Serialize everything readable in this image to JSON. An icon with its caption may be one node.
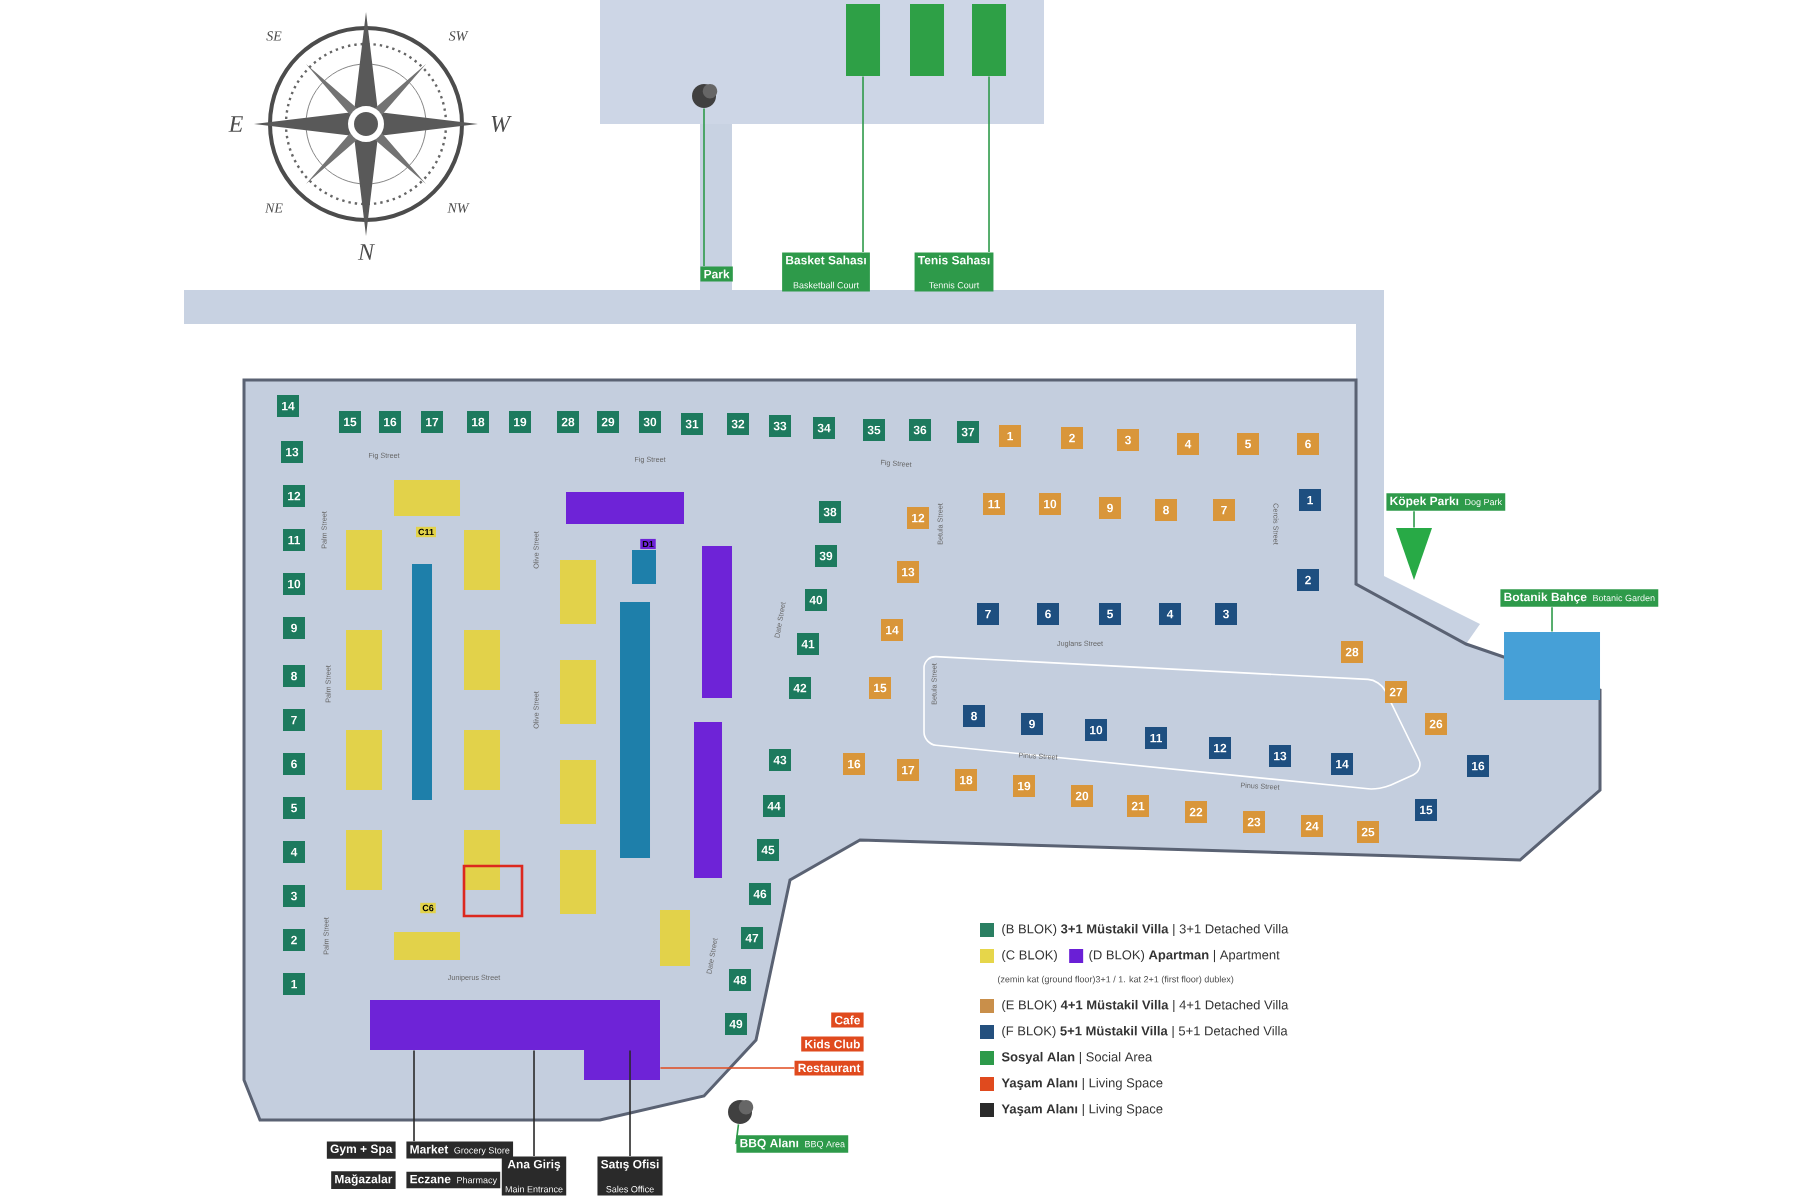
{
  "diagram": {
    "nodes": [
      {
        "text": [
          "Park"
        ]
      },
      {
        "text": [
          "Basket Sahası",
          "Basketball Court"
        ]
      },
      {
        "text": [
          "Tenis Sahası",
          "Tennis Court"
        ]
      },
      {
        "text": [
          "Köpek Parkı",
          "Dog Park"
        ]
      },
      {
        "text": [
          "Botanik Bahçe",
          "Botanic Garden"
        ]
      },
      {
        "text": [
          "Cafe"
        ]
      },
      {
        "text": [
          "Kids Club"
        ]
      },
      {
        "text": [
          "Restaurant"
        ]
      },
      {
        "text": [
          "BBQ Alanı",
          "BBQ Area"
        ]
      },
      {
        "text": [
          "Gym + Spa"
        ]
      },
      {
        "text": [
          "Market",
          "Grocery Store"
        ]
      },
      {
        "text": [
          "Mağazalar"
        ]
      },
      {
        "text": [
          "Eczane",
          "Pharmacy"
        ]
      },
      {
        "text": [
          "Ana Giriş",
          "Main Entrance"
        ]
      },
      {
        "text": [
          "Satış Ofisi",
          "Sales Office"
        ]
      },
      {
        "text": [],
        "shape": "picture"
      },
      {
        "text": [],
        "shape": "box"
      },
      {
        "text": [],
        "shape": "box"
      },
      {
        "text": [],
        "shape": "triangle"
      },
      {
        "text": [],
        "shape": "box"
      },
      {
        "text": [],
        "shape": "box"
      },
      {
        "text": [],
        "shape": "picture"
      }
    ],
    "edges": [
      {
        "from": 0,
        "to": 15,
        "arrow": "none"
      },
      {
        "from": 1,
        "to": 16,
        "arrow": "none"
      },
      {
        "from": 2,
        "to": 17,
        "arrow": "none"
      },
      {
        "from": 3,
        "to": 18,
        "arrow": "none"
      },
      {
        "from": 4,
        "to": 19,
        "arrow": "none"
      },
      {
        "from": 7,
        "to": 20,
        "arrow": "none",
        "color": "#e04a1e"
      },
      {
        "from": 8,
        "to": 21,
        "arrow": "none"
      },
      {
        "from": 10,
        "to": 20,
        "arrow": "none",
        "color": "#2a2a2a"
      },
      {
        "from": 13,
        "to": 20,
        "arrow": "none",
        "color": "#2a2a2a"
      },
      {
        "from": 14,
        "to": 20,
        "arrow": "none",
        "color": "#2a2a2a"
      }
    ],
    "labels": [
      "SE",
      "SW",
      "E",
      "W",
      "NE",
      "NW",
      "N",
      "1",
      "2",
      "3",
      "4",
      "5",
      "6",
      "7",
      "8",
      "9",
      "10",
      "11",
      "12",
      "13",
      "14",
      "15",
      "16",
      "17",
      "18",
      "19",
      "28",
      "29",
      "30",
      "31",
      "32",
      "33",
      "34",
      "35",
      "36",
      "37",
      "38",
      "39",
      "40",
      "41",
      "42",
      "43",
      "44",
      "45",
      "46",
      "47",
      "48",
      "49",
      "1",
      "2",
      "3",
      "4",
      "5",
      "6",
      "7",
      "8",
      "9",
      "10",
      "11",
      "12",
      "13",
      "14",
      "15",
      "16",
      "17",
      "18",
      "19",
      "20",
      "21",
      "22",
      "23",
      "24",
      "25",
      "26",
      "27",
      "28",
      "1",
      "2",
      "3",
      "4",
      "5",
      "6",
      "7",
      "8",
      "9",
      "10",
      "11",
      "12",
      "13",
      "14",
      "15",
      "16",
      "C11",
      "C6",
      "D1",
      "Fig Street",
      "Fig Street",
      "Fig Street",
      "Palm Street",
      "Palm Street",
      "Palm Street",
      "Olive Street",
      "Olive Street",
      "Date Street",
      "Date Street",
      "Juniperus Street",
      "Juglans Street",
      "Pinus Street",
      "Pinus Street",
      "Cercis Street",
      "Betula Street",
      "Betula Street",
      "(zemin kat (ground floor)3+1 / 1. kat 2+1 (first floor) dublex)"
    ],
    "legend": [
      {
        "text": "(B BLOK) **3+1 Müstakil Villa** | 3+1 Detached Villa",
        "color": "#2a7f62"
      },
      {
        "text": "(C BLOK)",
        "color": "#e6d64a"
      },
      {
        "text": "(D BLOK) **Apartman** | Apartment",
        "color": "#6a1fd6"
      },
      {
        "text": "(E BLOK) **4+1 Müstakil Villa** | 4+1 Detached Villa",
        "color": "#c98f4a"
      },
      {
        "text": "(F BLOK) **5+1 Müstakil Villa** | 5+1 Detached Villa",
        "color": "#24507e"
      },
      {
        "text": "**Sosyal Alan** | Social Area",
        "color": "#2d9a4a"
      },
      {
        "text": "**Yaşam Alanı** | Living Space",
        "color": "#e04a1e"
      },
      {
        "text": "**Yaşam Alanı** | Living Space",
        "color": "#2a2a2a"
      }
    ]
  }
}
